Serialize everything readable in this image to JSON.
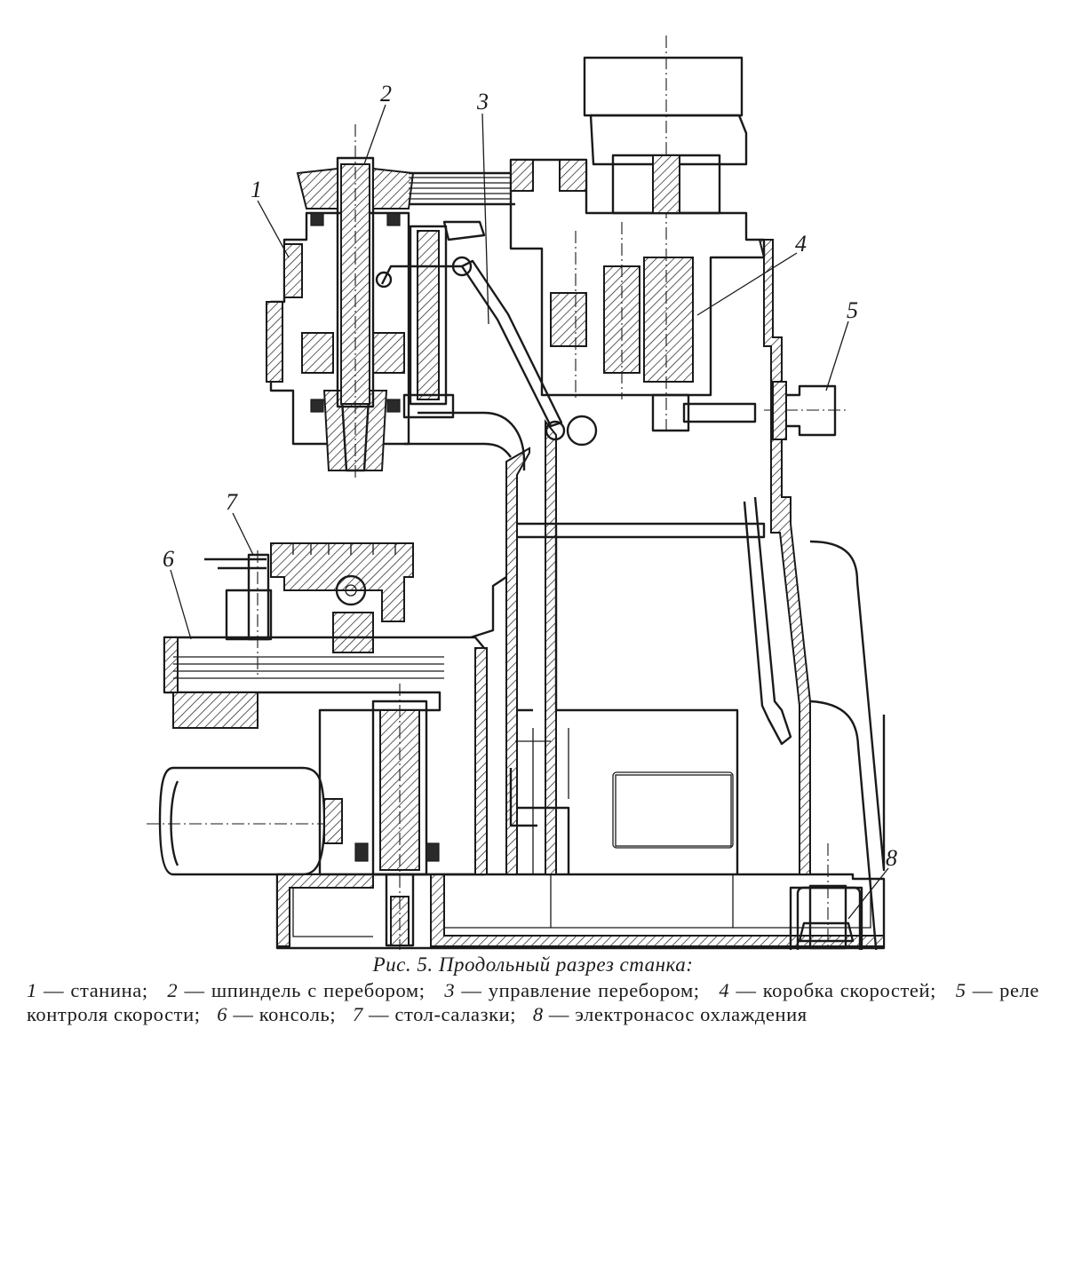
{
  "callouts": [
    "1",
    "2",
    "3",
    "4",
    "5",
    "6",
    "7",
    "8"
  ],
  "caption": {
    "title": "Рис. 5. Продольный разрез станка:",
    "legend": [
      {
        "num": "1",
        "text": " — станина;"
      },
      {
        "num": "2",
        "text": " — шпиндель с перебором;"
      },
      {
        "num": "3",
        "text": " — управление перебором;"
      },
      {
        "num": "4",
        "text": " — коробка скоростей;"
      },
      {
        "num": "5",
        "text": " — реле контроля скорости;"
      },
      {
        "num": "6",
        "text": " — консоль;"
      },
      {
        "num": "7",
        "text": " — стол-салазки;"
      },
      {
        "num": "8",
        "text": " — электронасос охлаждения"
      }
    ]
  }
}
